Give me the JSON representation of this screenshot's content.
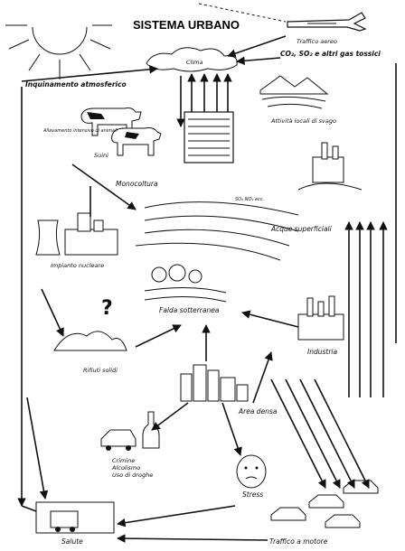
{
  "diagram": {
    "title": "SISTEMA URBANO",
    "nodes": {
      "traffico_aereo": "Traffico aereo",
      "gas": "CO₂, SO₂ e altri gas tossici",
      "clima": "Clima",
      "inquinamento": "Inquinamento atmosferico",
      "attivita": "Attività locali di svago",
      "allevamento": "Allevamento intensivo di animali",
      "suini": "Suini",
      "monocoltura": "Monocoltura",
      "impianto": "Impianto nucleare",
      "acque": "Acque superficiali",
      "falda": "Falda sotterranea",
      "rifiuti": "Rifiuti solidi",
      "industria": "Industria",
      "area_densa": "Area densa",
      "crimine": "Crimine\nAlcolismo\nUso di droghe",
      "stress": "Stress",
      "salute": "Salute",
      "traffico_motore": "Traffico a motore",
      "question": "?",
      "so_no": "SO₂ NO₂ ecc."
    }
  }
}
